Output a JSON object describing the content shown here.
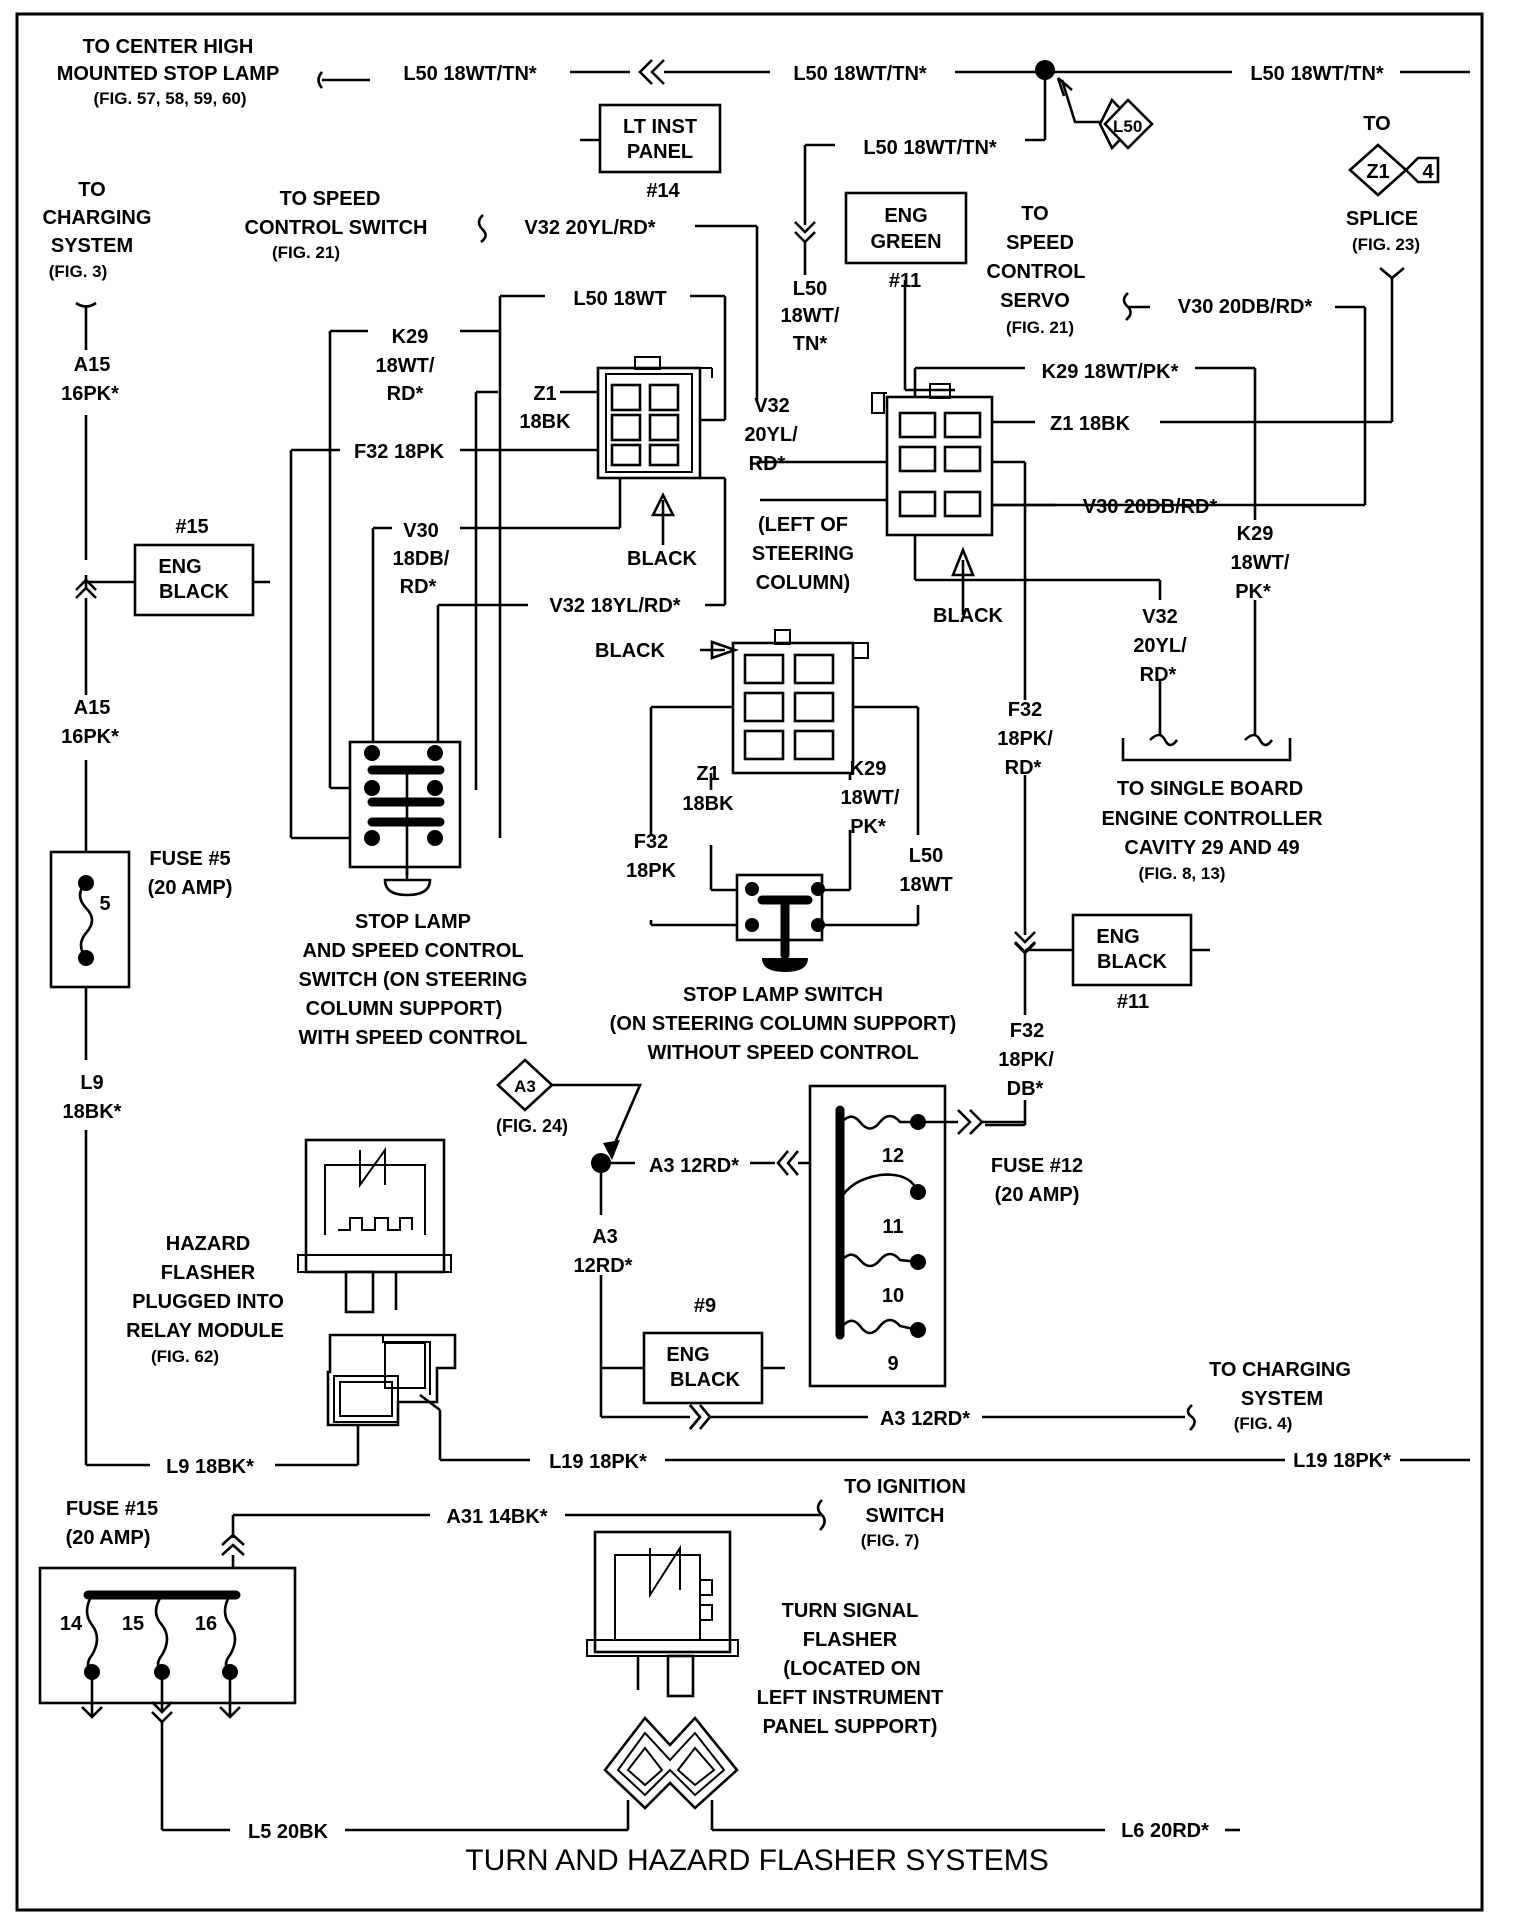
{
  "title": "TURN AND HAZARD FLASHER SYSTEMS",
  "destinations": {
    "center_stop": [
      "TO CENTER HIGH",
      "MOUNTED STOP LAMP",
      "(FIG. 57, 58, 59, 60)"
    ],
    "charging_top": [
      "TO",
      "CHARGING",
      "SYSTEM",
      "(FIG. 3)"
    ],
    "speed_switch": [
      "TO SPEED",
      "CONTROL SWITCH",
      "(FIG. 21)"
    ],
    "speed_servo": [
      "TO",
      "SPEED",
      "CONTROL",
      "SERVO",
      "(FIG. 21)"
    ],
    "splice": [
      "TO",
      "SPLICE",
      "(FIG. 23)"
    ],
    "sbec": [
      "TO SINGLE BOARD",
      "ENGINE CONTROLLER",
      "CAVITY 29 AND 49",
      "(FIG. 8, 13)"
    ],
    "charging_bottom": [
      "TO CHARGING",
      "SYSTEM",
      "(FIG. 4)"
    ],
    "ignition": [
      "TO IGNITION",
      "SWITCH",
      "(FIG. 7)"
    ],
    "fig24": "(FIG. 24)"
  },
  "wires": {
    "l50_1": "L50 18WT/TN*",
    "l50_2": "L50 18WT/TN*",
    "l50_3": "L50 18WT/TN*",
    "l50_4": "L50 18WT/TN*",
    "l50_v": [
      "L50",
      "18WT/",
      "TN*"
    ],
    "v32_top": "V32 20YL/RD*",
    "v30_servo": "V30 20DB/RD*",
    "l50_18wt": "L50 18WT",
    "k29_sw": [
      "K29",
      "18WT/",
      "RD*"
    ],
    "z1_sw": [
      "Z1",
      "18BK"
    ],
    "f32_sw": "F32 18PK",
    "v30_sw": [
      "V30",
      "18DB/",
      "RD*"
    ],
    "v32_sw": "V32 18YL/RD*",
    "v32_mid": [
      "V32",
      "20YL/",
      "RD*"
    ],
    "k29_pk": "K29 18WT/PK*",
    "z1_r": "Z1 18BK",
    "v30_r": "V30 20DB/RD*",
    "k29_r": [
      "K29",
      "18WT/",
      "PK*"
    ],
    "v32_r": [
      "V32",
      "20YL/",
      "RD*"
    ],
    "f32_r": [
      "F32",
      "18PK/",
      "RD*"
    ],
    "f32_db": [
      "F32",
      "18PK/",
      "DB*"
    ],
    "a15_a": [
      "A15",
      "16PK*"
    ],
    "a15_b": [
      "A15",
      "16PK*"
    ],
    "l9": [
      "L9",
      "18BK*"
    ],
    "z1_c": [
      "Z1",
      "18BK"
    ],
    "k29_c": [
      "K29",
      "18WT/",
      "PK*"
    ],
    "f32_c": [
      "F32",
      "18PK"
    ],
    "l50_c": [
      "L50",
      "18WT"
    ],
    "a3_h": "A3 12RD*",
    "a3_v": [
      "A3",
      "12RD*"
    ],
    "a3_b": "A3 12RD*",
    "l9_h": "L9 18BK*",
    "l19_a": "L19 18PK*",
    "l19_b": "L19 18PK*",
    "a31": "A31 14BK*",
    "l5": "L5 20BK",
    "l6": "L6 20RD*"
  },
  "connectors": {
    "lt_inst": [
      "LT INST",
      "PANEL"
    ],
    "lt_inst_num": "#14",
    "eng_green": [
      "ENG",
      "GREEN"
    ],
    "eng_green_num": "#11",
    "eng_black15": [
      "ENG",
      "BLACK"
    ],
    "eng_black15_num": "#15",
    "eng_black11": [
      "ENG",
      "BLACK"
    ],
    "eng_black11_num": "#11",
    "eng_black9": [
      "ENG",
      "BLACK"
    ],
    "eng_black9_num": "#9"
  },
  "labels": {
    "black1": "BLACK",
    "black2": "BLACK",
    "black3": "BLACK",
    "left_of_col": [
      "(LEFT OF",
      "STEERING",
      "COLUMN)"
    ],
    "fuse5": [
      "FUSE #5",
      "(20 AMP)"
    ],
    "fuse5_num": "5",
    "stop_speed": [
      "STOP LAMP",
      "AND SPEED CONTROL",
      "SWITCH (ON STEERING",
      "COLUMN SUPPORT)",
      "WITH SPEED CONTROL"
    ],
    "stop_no_speed": [
      "STOP LAMP SWITCH",
      "(ON STEERING COLUMN SUPPORT)",
      "WITHOUT SPEED CONTROL"
    ],
    "fuse12": [
      "FUSE #12",
      "(20 AMP)"
    ],
    "fuse_nums": [
      "12",
      "11",
      "10",
      "9"
    ],
    "hazard": [
      "HAZARD",
      "FLASHER",
      "PLUGGED INTO",
      "RELAY MODULE",
      "(FIG. 62)"
    ],
    "fuse15": [
      "FUSE #15",
      "(20 AMP)"
    ],
    "fuse15_nums": [
      "14",
      "15",
      "16"
    ],
    "turn": [
      "TURN SIGNAL",
      "FLASHER",
      "(LOCATED ON",
      "LEFT INSTRUMENT",
      "PANEL SUPPORT)"
    ]
  },
  "diamonds": {
    "l50": "L50",
    "z1": "Z1",
    "z1_num": "4",
    "a3": "A3"
  }
}
